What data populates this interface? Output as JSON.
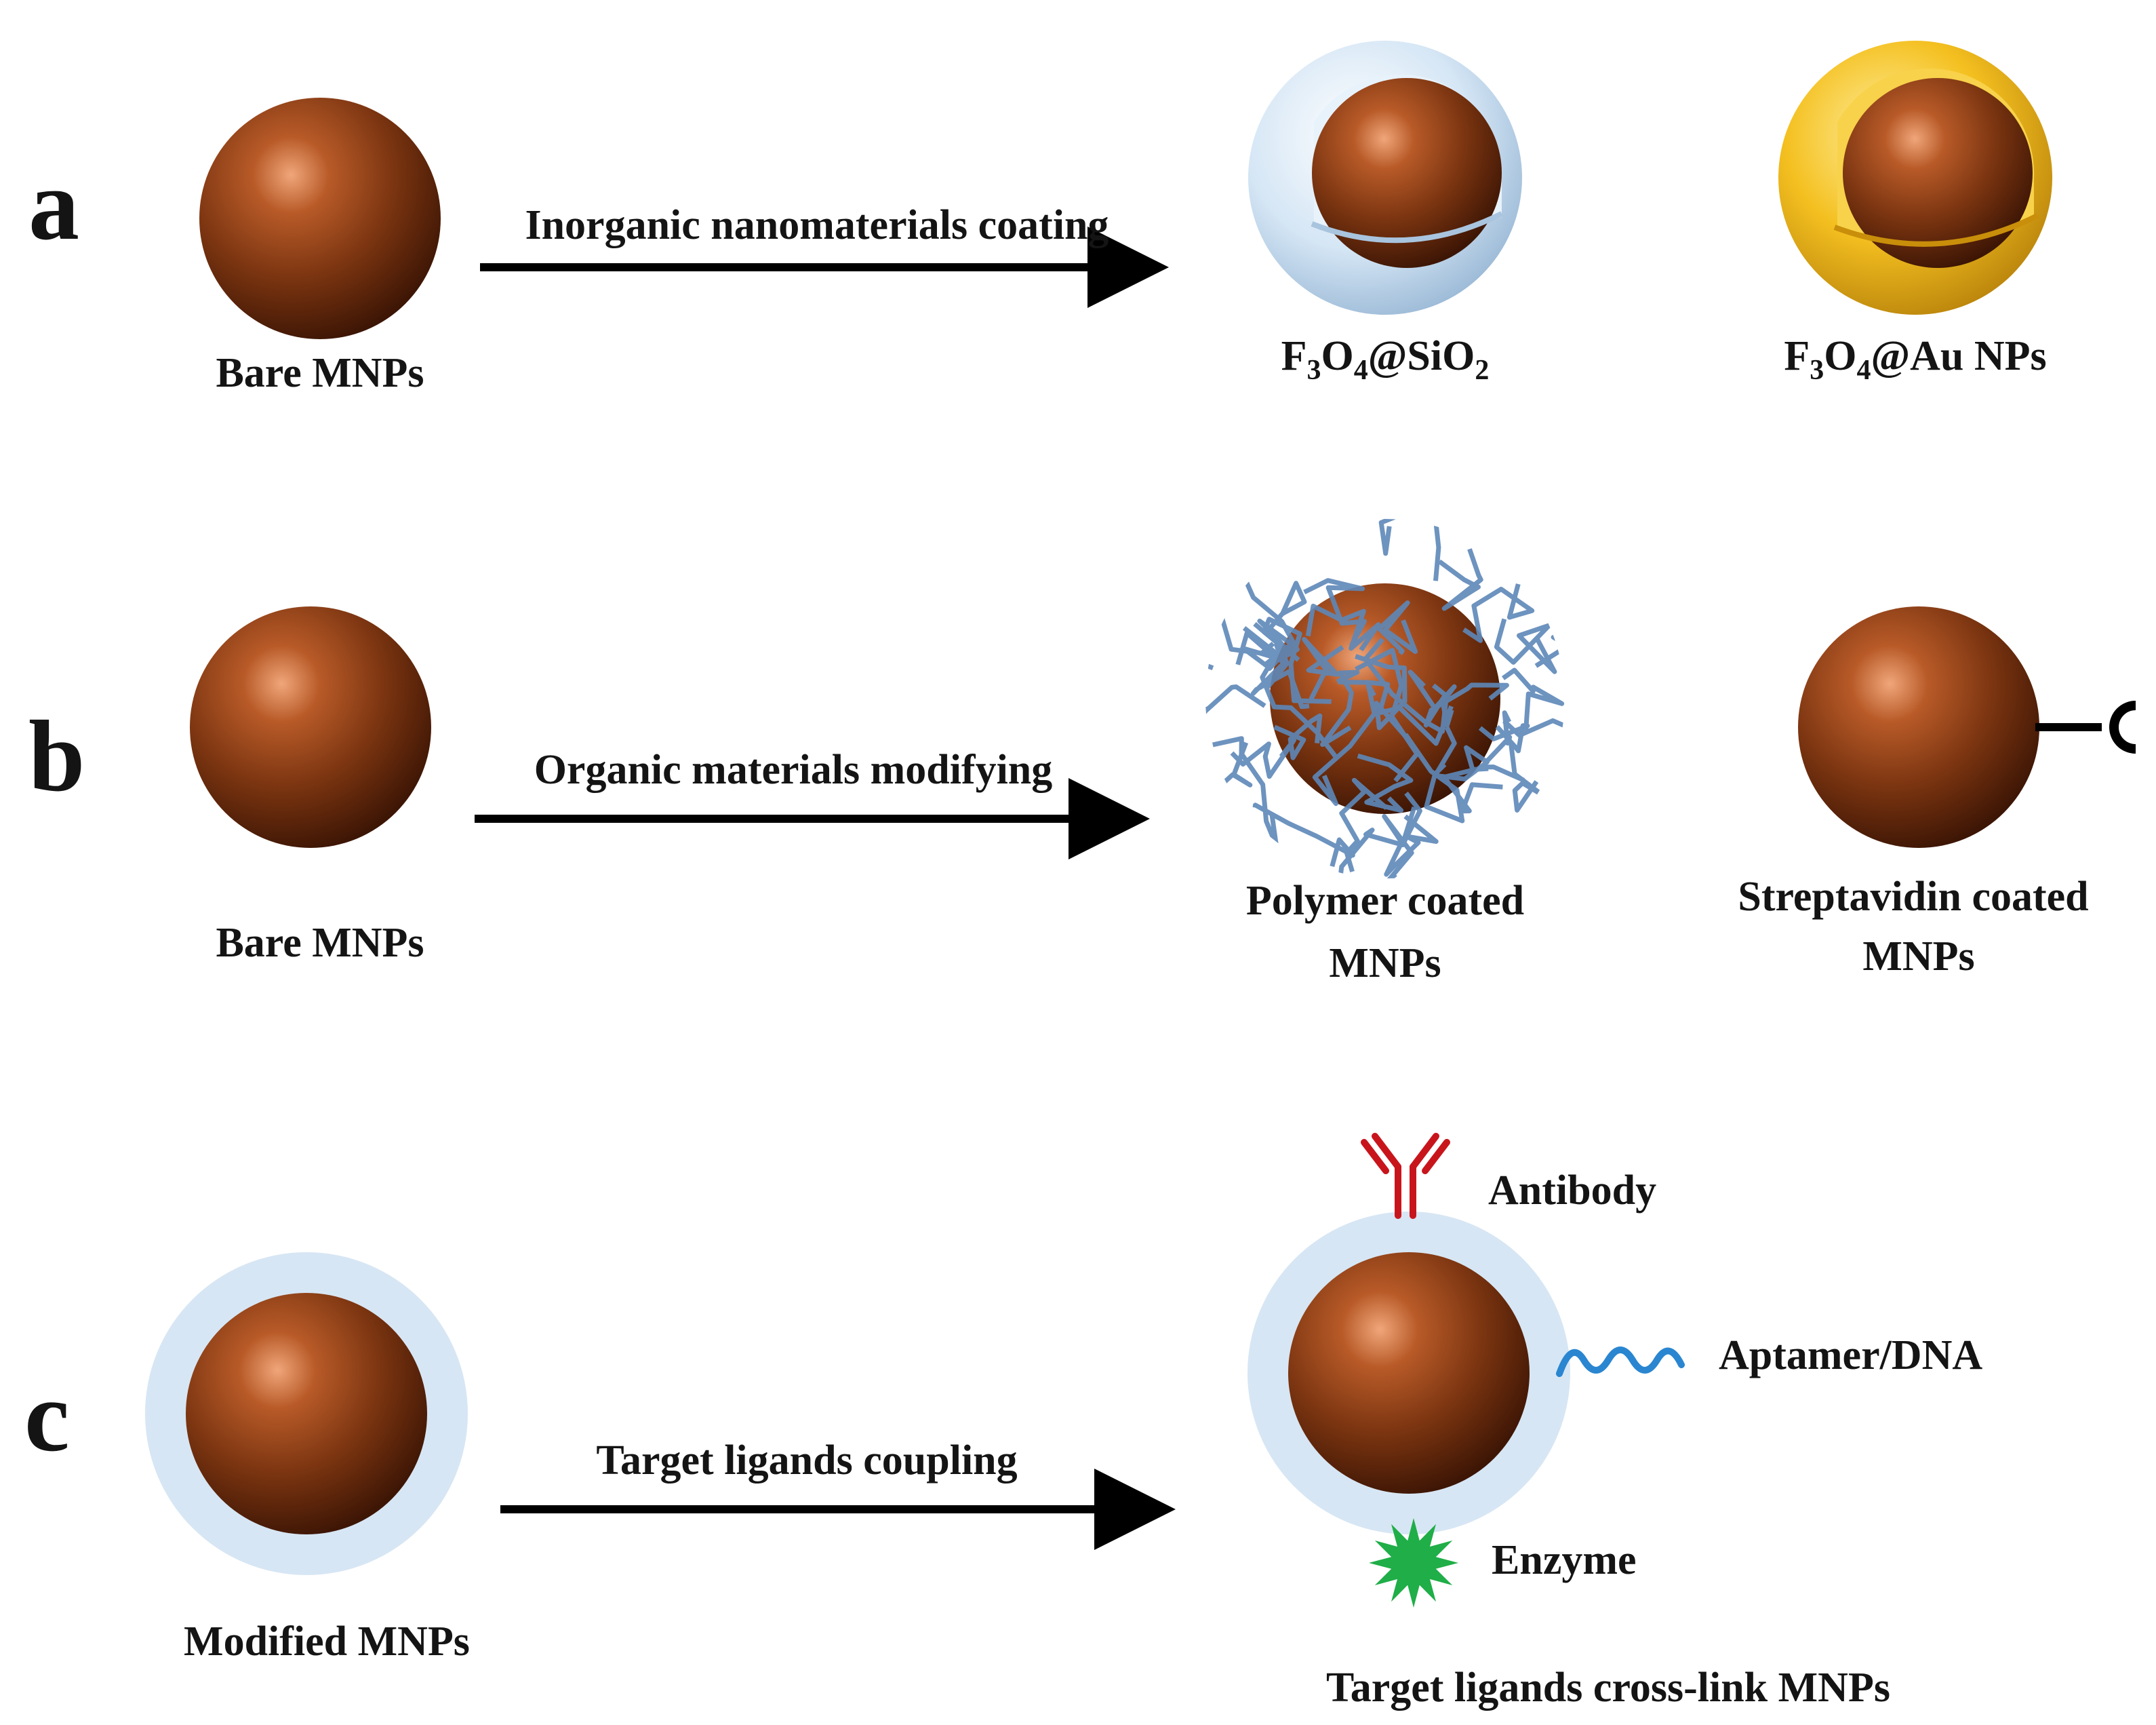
{
  "panels": {
    "a": {
      "letter": "a",
      "start_label": "Bare MNPs",
      "arrow_label": "Inorganic nanomaterials coating",
      "product1": {
        "pre": "F",
        "sub1": "3",
        "mid": "O",
        "sub2": "4",
        "post": "@SiO",
        "sub3": "2"
      },
      "product2": {
        "pre": "F",
        "sub1": "3",
        "mid": "O",
        "sub2": "4",
        "post": "@Au NPs"
      }
    },
    "b": {
      "letter": "b",
      "start_label": "Bare MNPs",
      "arrow_label": "Organic materials modifying",
      "product1_line1": "Polymer coated",
      "product1_line2": "MNPs",
      "product2_line1": "Streptavidin coated",
      "product2_line2": "MNPs"
    },
    "c": {
      "letter": "c",
      "start_label": "Modified MNPs",
      "arrow_label": "Target ligands coupling",
      "ligand_antibody": "Antibody",
      "ligand_aptamer": "Aptamer/DNA",
      "ligand_enzyme": "Enzyme",
      "product_label": "Target ligands cross-link MNPs"
    }
  },
  "colors": {
    "core": "#7a3410",
    "silica_shell": "#c9dff2",
    "gold_shell": "#f1b51a",
    "polymer": "#5e88b8",
    "antibody": "#c8151c",
    "aptamer": "#2a86d0",
    "enzyme": "#1fae47",
    "modified_shell": "#d7e6f4",
    "arrow": "#000000"
  },
  "icons": [
    "nanoparticle-core",
    "silica-shell",
    "gold-shell",
    "polymer-coating",
    "streptavidin-linker",
    "antibody-icon",
    "aptamer-icon",
    "enzyme-icon",
    "arrow"
  ]
}
